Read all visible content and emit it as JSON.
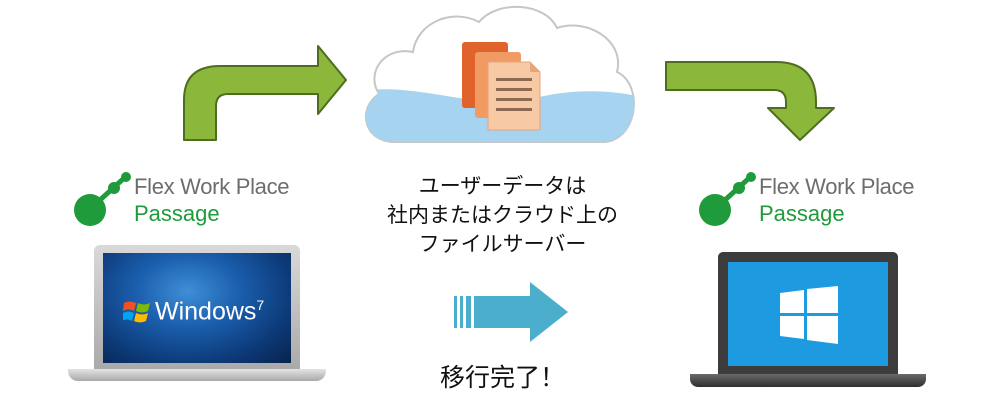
{
  "left_brand": {
    "line1": "Flex Work Place",
    "line2": "Passage"
  },
  "right_brand": {
    "line1": "Flex Work Place",
    "line2": "Passage"
  },
  "caption": {
    "line1": "ユーザーデータは",
    "line2": "社内またはクラウド上の",
    "line3": "ファイルサーバー"
  },
  "status": {
    "label": "移行完了！"
  },
  "left_screen": {
    "os_name": "Windows",
    "os_version": "7"
  },
  "colors": {
    "arrow_green": "#8bb73b",
    "arrow_green_border": "#4e6d1f",
    "brand_green": "#1f9b3c",
    "arrow_teal": "#4aaecc",
    "cloud_blue": "#a6d3ef"
  }
}
